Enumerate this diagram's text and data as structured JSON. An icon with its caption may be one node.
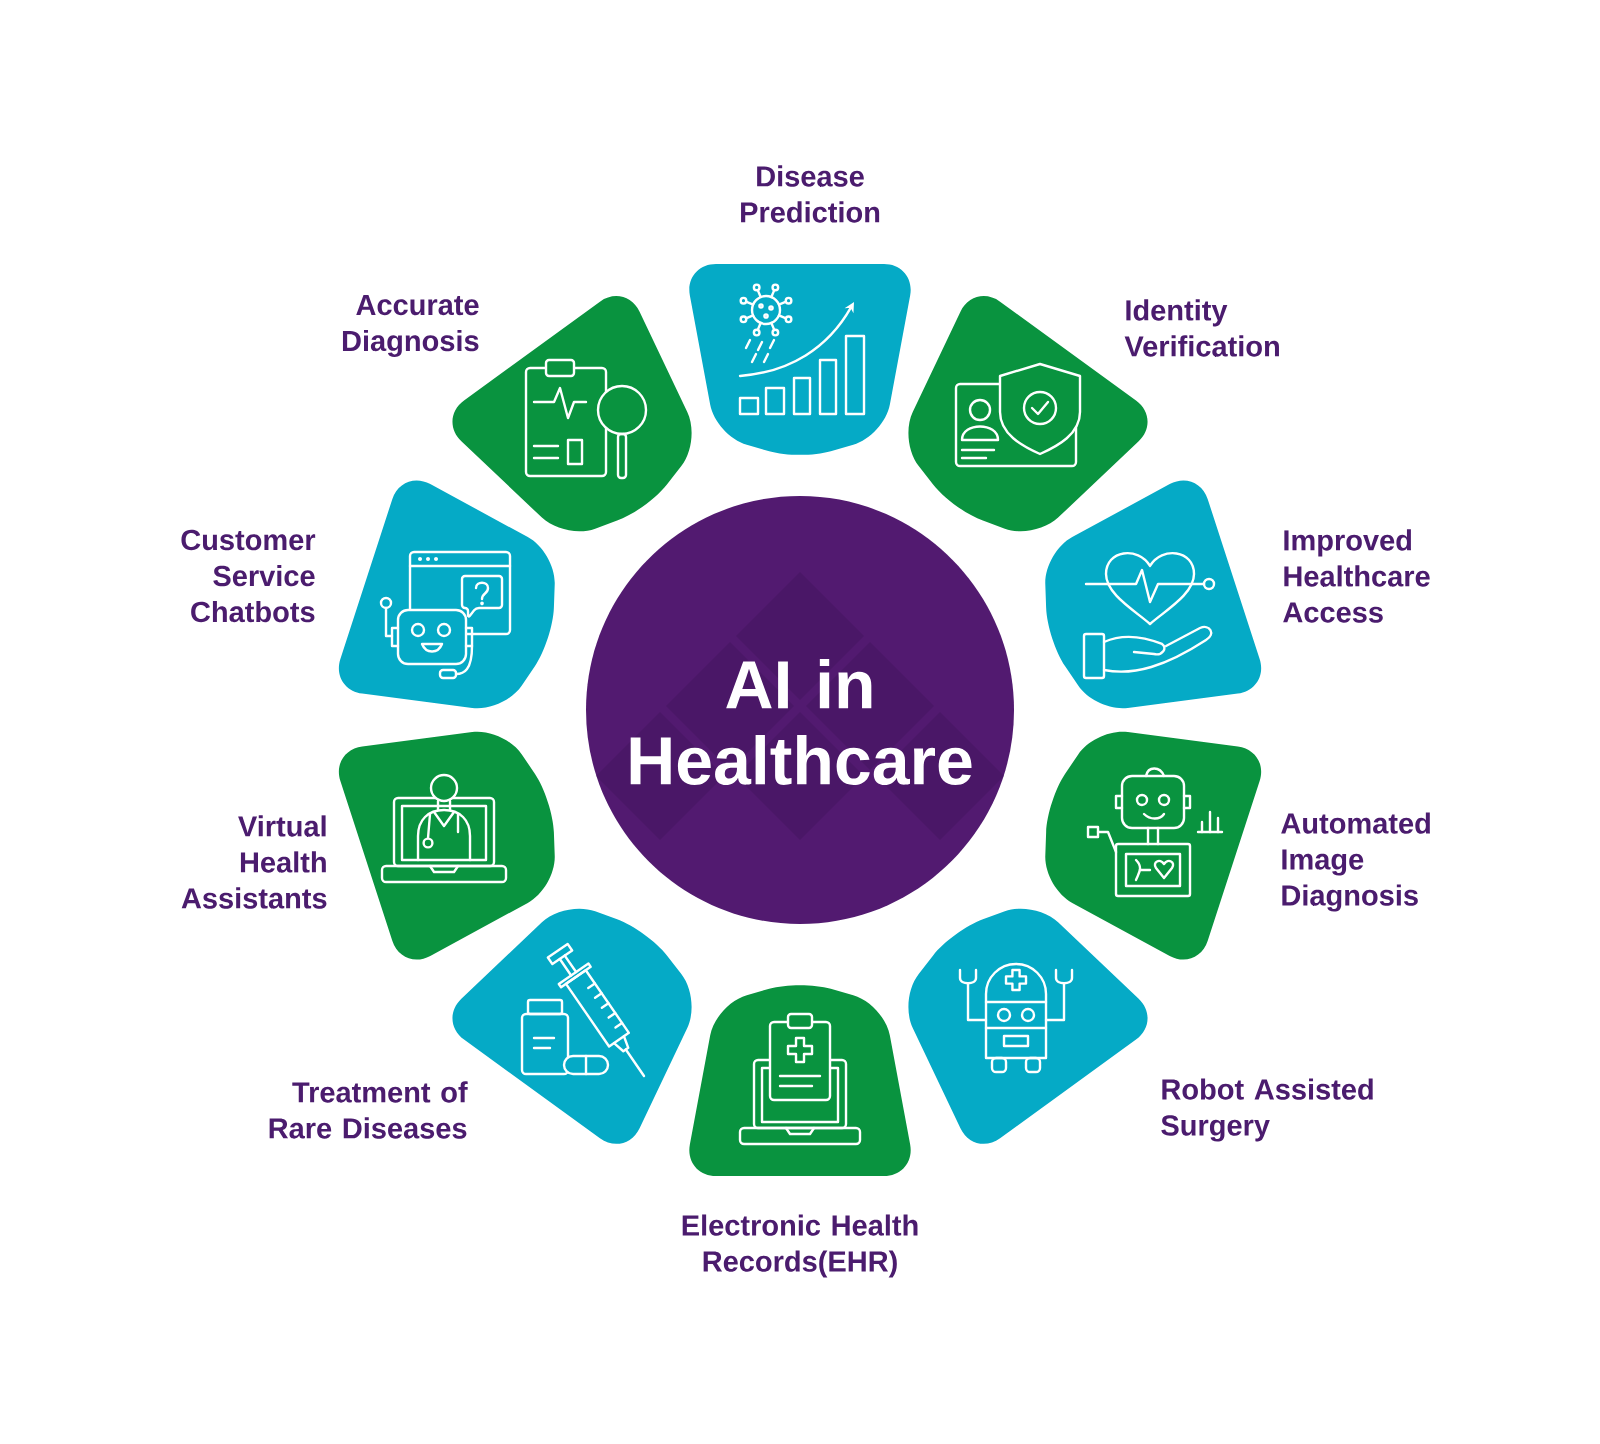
{
  "diagram": {
    "nodes": [
      {
        "text": [
          "AI in Healthcare"
        ]
      },
      {
        "text": [
          "Disease Prediction"
        ]
      },
      {
        "text": [
          "Identity Verification"
        ]
      },
      {
        "text": [
          "Improved Healthcare Access"
        ]
      },
      {
        "text": [
          "Automated Image Diagnosis"
        ]
      },
      {
        "text": [
          "Robot Assisted Surgery"
        ]
      },
      {
        "text": [
          "Electronic Health Records(EHR)"
        ]
      },
      {
        "text": [
          "Treatment of Rare Diseases"
        ]
      },
      {
        "text": [
          "Virtual Health Assistants"
        ]
      },
      {
        "text": [
          "Customer Service Chatbots"
        ]
      },
      {
        "text": [
          "Accurate Diagnosis"
        ]
      }
    ]
  }
}
